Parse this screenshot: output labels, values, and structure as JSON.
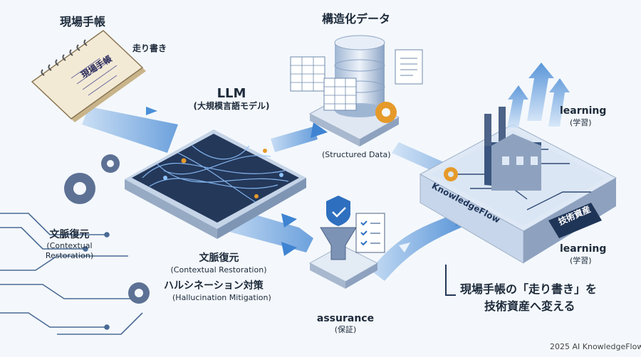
{
  "diagram": {
    "field_notes_title": "現場手帳",
    "notebook_cover_text": "現場手帳",
    "scribble_label": "走り書き",
    "structured_title": "構造化データ",
    "structured_en": "(Structured Data)",
    "llm_title": "LLM",
    "llm_sub": "(大規模言語モデル)",
    "ctx_left_jp": "文脈復元",
    "ctx_left_en_1": "(Contextual",
    "ctx_left_en_2": "Restoration)",
    "ctx_mid_jp": "文脈復元",
    "ctx_mid_en": "(Contextual Restoration)",
    "hallu_jp": "ハルシネーション対策",
    "hallu_en": "(Hallucination Mitigation)",
    "assurance_en": "assurance",
    "assurance_jp": "(保証)",
    "learning_top_en": "learning",
    "learning_top_jp": "(学習)",
    "learning_bottom_en": "learning",
    "learning_bottom_jp": "(学習)",
    "platform_name": "KnowledgeFlow",
    "platform_badge": "技術資産",
    "tagline_1": "現場手帳の「走り書き」を",
    "tagline_2": "技術資産へ変える",
    "footer": "2025 AI KnowledgeFlow"
  },
  "colors": {
    "flow_blue": "#4a8fd8",
    "dark_navy": "#24385a",
    "platform_top": "#dfe9f6",
    "accent_orange": "#e59a2a",
    "background": "#f4f8fc"
  }
}
